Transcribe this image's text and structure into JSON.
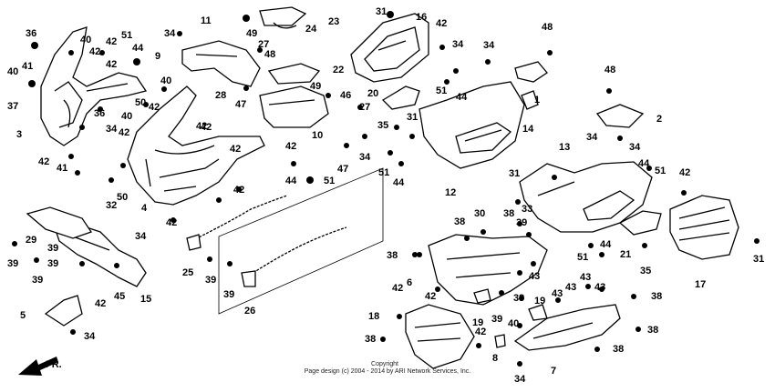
{
  "diagram": {
    "labels": [
      {
        "id": "l1",
        "text": "36"
      },
      {
        "id": "l2",
        "text": "40"
      },
      {
        "id": "l3",
        "text": "42"
      },
      {
        "id": "l4",
        "text": "51"
      },
      {
        "id": "l5",
        "text": "44"
      },
      {
        "id": "l6",
        "text": "34"
      },
      {
        "id": "l7",
        "text": "11"
      },
      {
        "id": "l8",
        "text": "23"
      },
      {
        "id": "l9",
        "text": "24"
      },
      {
        "id": "l10",
        "text": "49"
      },
      {
        "id": "l11",
        "text": "27"
      },
      {
        "id": "l12",
        "text": "48"
      },
      {
        "id": "l13",
        "text": "9"
      },
      {
        "id": "l14",
        "text": "22"
      },
      {
        "id": "l15",
        "text": "41"
      },
      {
        "id": "l16",
        "text": "42"
      },
      {
        "id": "l17",
        "text": "40"
      },
      {
        "id": "l18",
        "text": "37"
      },
      {
        "id": "l19",
        "text": "40"
      },
      {
        "id": "l20",
        "text": "28"
      },
      {
        "id": "l21",
        "text": "47"
      },
      {
        "id": "l22",
        "text": "49"
      },
      {
        "id": "l23",
        "text": "50"
      },
      {
        "id": "l24",
        "text": "42"
      },
      {
        "id": "l25",
        "text": "36"
      },
      {
        "id": "l26",
        "text": "40"
      },
      {
        "id": "l27",
        "text": "3"
      },
      {
        "id": "l28",
        "text": "42"
      },
      {
        "id": "l29",
        "text": "34"
      },
      {
        "id": "l30",
        "text": "41"
      },
      {
        "id": "l31",
        "text": "42"
      },
      {
        "id": "l32",
        "text": "42"
      },
      {
        "id": "l33",
        "text": "10"
      },
      {
        "id": "l34",
        "text": "46"
      },
      {
        "id": "l35",
        "text": "27"
      },
      {
        "id": "l36",
        "text": "34"
      },
      {
        "id": "l37",
        "text": "47"
      },
      {
        "id": "l38",
        "text": "42"
      },
      {
        "id": "l39",
        "text": "44"
      },
      {
        "id": "l40",
        "text": "51"
      },
      {
        "id": "l41",
        "text": "42"
      },
      {
        "id": "l42",
        "text": "42"
      },
      {
        "id": "l43",
        "text": "32"
      },
      {
        "id": "l44",
        "text": "50"
      },
      {
        "id": "l45",
        "text": "4"
      },
      {
        "id": "l46",
        "text": "42"
      },
      {
        "id": "l47",
        "text": "42"
      },
      {
        "id": "l48",
        "text": "42"
      },
      {
        "id": "l49",
        "text": "34"
      },
      {
        "id": "l50",
        "text": "29"
      },
      {
        "id": "l51",
        "text": "39"
      },
      {
        "id": "l52",
        "text": "39"
      },
      {
        "id": "l53",
        "text": "39"
      },
      {
        "id": "l54",
        "text": "39"
      },
      {
        "id": "l55",
        "text": "45"
      },
      {
        "id": "l56",
        "text": "15"
      },
      {
        "id": "l57",
        "text": "25"
      },
      {
        "id": "l58",
        "text": "39"
      },
      {
        "id": "l59",
        "text": "39"
      },
      {
        "id": "l60",
        "text": "26"
      },
      {
        "id": "l61",
        "text": "5"
      },
      {
        "id": "l62",
        "text": "42"
      },
      {
        "id": "l63",
        "text": "34"
      },
      {
        "id": "l64",
        "text": "31"
      },
      {
        "id": "l65",
        "text": "16"
      },
      {
        "id": "l66",
        "text": "42"
      },
      {
        "id": "l67",
        "text": "34"
      },
      {
        "id": "l68",
        "text": "34"
      },
      {
        "id": "l69",
        "text": "48"
      },
      {
        "id": "l70",
        "text": "51"
      },
      {
        "id": "l71",
        "text": "44"
      },
      {
        "id": "l72",
        "text": "1"
      },
      {
        "id": "l73",
        "text": "20"
      },
      {
        "id": "l74",
        "text": "35"
      },
      {
        "id": "l75",
        "text": "31"
      },
      {
        "id": "l76",
        "text": "14"
      },
      {
        "id": "l77",
        "text": "48"
      },
      {
        "id": "l78",
        "text": "2"
      },
      {
        "id": "l79",
        "text": "34"
      },
      {
        "id": "l80",
        "text": "34"
      },
      {
        "id": "l81",
        "text": "13"
      },
      {
        "id": "l82",
        "text": "44"
      },
      {
        "id": "l83",
        "text": "51"
      },
      {
        "id": "l84",
        "text": "42"
      },
      {
        "id": "l85",
        "text": "51"
      },
      {
        "id": "l86",
        "text": "44"
      },
      {
        "id": "l87",
        "text": "12"
      },
      {
        "id": "l88",
        "text": "31"
      },
      {
        "id": "l89",
        "text": "38"
      },
      {
        "id": "l90",
        "text": "30"
      },
      {
        "id": "l91",
        "text": "38"
      },
      {
        "id": "l92",
        "text": "33"
      },
      {
        "id": "l93",
        "text": "39"
      },
      {
        "id": "l94",
        "text": "38"
      },
      {
        "id": "l95",
        "text": "44"
      },
      {
        "id": "l96",
        "text": "51"
      },
      {
        "id": "l97",
        "text": "21"
      },
      {
        "id": "l98",
        "text": "35"
      },
      {
        "id": "l99",
        "text": "31"
      },
      {
        "id": "l100",
        "text": "17"
      },
      {
        "id": "l101",
        "text": "43"
      },
      {
        "id": "l102",
        "text": "6"
      },
      {
        "id": "l103",
        "text": "42"
      },
      {
        "id": "l104",
        "text": "43"
      },
      {
        "id": "l105",
        "text": "43"
      },
      {
        "id": "l106",
        "text": "43"
      },
      {
        "id": "l107",
        "text": "38"
      },
      {
        "id": "l108",
        "text": "39"
      },
      {
        "id": "l109",
        "text": "19"
      },
      {
        "id": "l110",
        "text": "39"
      },
      {
        "id": "l111",
        "text": "43"
      },
      {
        "id": "l112",
        "text": "18"
      },
      {
        "id": "l113",
        "text": "19"
      },
      {
        "id": "l114",
        "text": "40"
      },
      {
        "id": "l115",
        "text": "38"
      },
      {
        "id": "l116",
        "text": "38"
      },
      {
        "id": "l117",
        "text": "42"
      },
      {
        "id": "l118",
        "text": "8"
      },
      {
        "id": "l119",
        "text": "38"
      },
      {
        "id": "l120",
        "text": "34"
      },
      {
        "id": "l121",
        "text": "7"
      },
      {
        "id": "l122",
        "text": "42"
      }
    ],
    "direction_label": "FR.",
    "copyright_line1": "Copyright",
    "copyright_line2": "Page design (c) 2004 - 2014 by ARI Network Services, Inc."
  }
}
